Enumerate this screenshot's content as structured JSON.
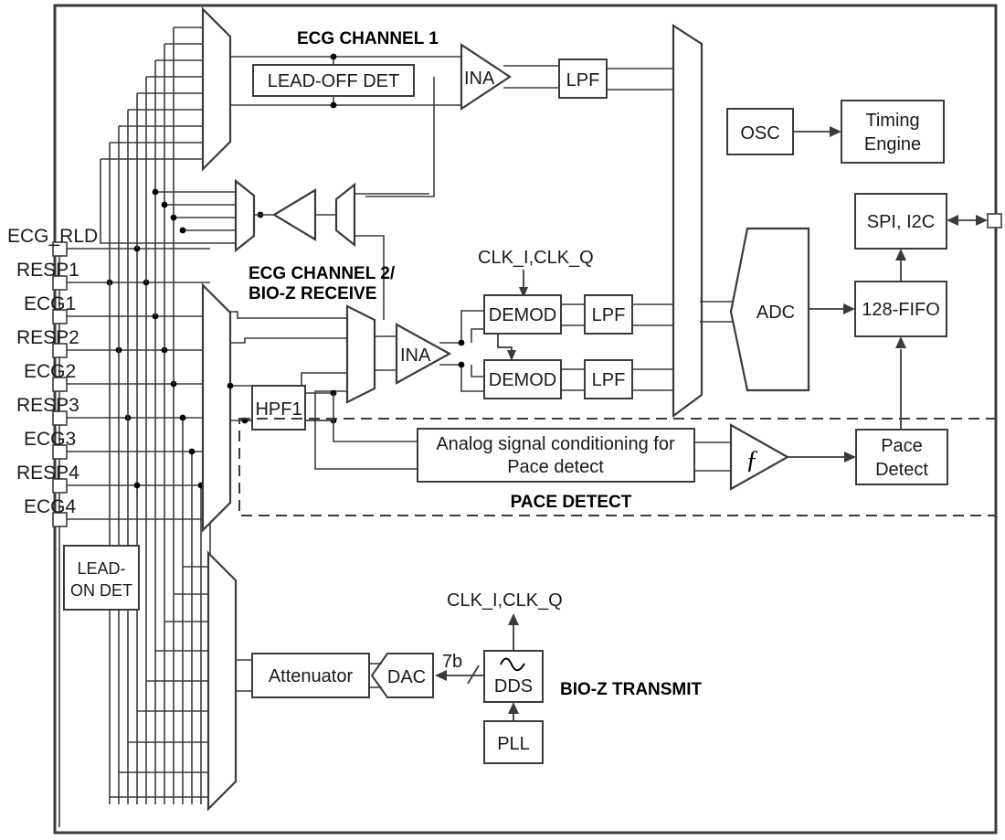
{
  "diagram": {
    "title": "ECG / BIO-Z Analog Front End Block Diagram",
    "colors": {
      "stroke": "#3b3b3b",
      "frame": "#3b3b3b",
      "text": "#1a1a1a",
      "background": "#ffffff"
    }
  },
  "pins": [
    {
      "label": "ECG_RLD"
    },
    {
      "label": "RESP1"
    },
    {
      "label": "ECG1"
    },
    {
      "label": "RESP2"
    },
    {
      "label": "ECG2"
    },
    {
      "label": "RESP3"
    },
    {
      "label": "ECG3"
    },
    {
      "label": "RESP4"
    },
    {
      "label": "ECG4"
    }
  ],
  "sections": {
    "ecg_channel_1": "ECG CHANNEL 1",
    "ecg_channel_2_line1": "ECG CHANNEL 2/",
    "ecg_channel_2_line2": "BIO-Z RECEIVE",
    "pace_detect": "PACE DETECT",
    "bioz_transmit": "BIO-Z TRANSMIT"
  },
  "blocks": {
    "lead_off_det": "LEAD-OFF DET",
    "lead_on_det_line1": "LEAD-",
    "lead_on_det_line2": "ON DET",
    "ina1": "INA",
    "ina2": "INA",
    "lpf_ch1": "LPF",
    "lpf_i": "LPF",
    "lpf_q": "LPF",
    "demod_i": "DEMOD",
    "demod_q": "DEMOD",
    "hpf1": "HPF1",
    "osc": "OSC",
    "timing_engine_line1": "Timing",
    "timing_engine_line2": "Engine",
    "spi_i2c": "SPI, I2C",
    "fifo": "128-FIFO",
    "adc": "ADC",
    "analog_cond_line1": "Analog signal conditioning for",
    "analog_cond_line2": "Pace detect",
    "pace_detect_line1": "Pace",
    "pace_detect_line2": "Detect",
    "attenuator": "Attenuator",
    "dac": "DAC",
    "dds": "DDS",
    "pll": "PLL",
    "comparator_symbol": "ƒ"
  },
  "signals": {
    "clk_rx": "CLK_I,CLK_Q",
    "clk_tx": "CLK_I,CLK_Q",
    "dac_bits": "7b"
  }
}
